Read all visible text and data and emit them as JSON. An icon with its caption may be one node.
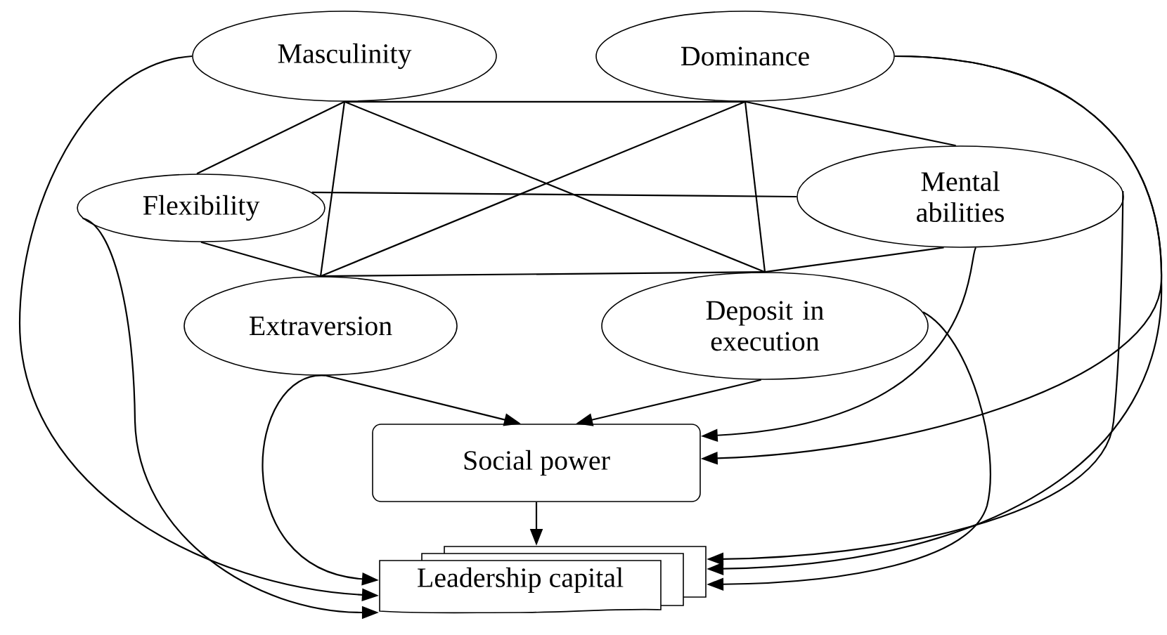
{
  "diagram": {
    "nodes": [
      {
        "text": [
          "Masculinity"
        ]
      },
      {
        "text": [
          "Dominance"
        ]
      },
      {
        "text": [
          "Flexibility"
        ]
      },
      {
        "text": [
          "Mental abilities"
        ]
      },
      {
        "text": [
          "Extraversion"
        ]
      },
      {
        "text": [
          "Deposit in execution"
        ]
      },
      {
        "text": [
          "Social power"
        ]
      },
      {
        "text": [
          "Leadership capital"
        ]
      }
    ],
    "edges": [
      {
        "from": 0,
        "to": 1,
        "arrow": "none"
      },
      {
        "from": 0,
        "to": 4,
        "arrow": "none"
      },
      {
        "from": 0,
        "to": 5,
        "arrow": "none"
      },
      {
        "from": 1,
        "to": 4,
        "arrow": "none"
      },
      {
        "from": 1,
        "to": 5,
        "arrow": "none"
      },
      {
        "from": 4,
        "to": 5,
        "arrow": "none"
      },
      {
        "from": 2,
        "to": 0,
        "arrow": "none"
      },
      {
        "from": 2,
        "to": 4,
        "arrow": "none"
      },
      {
        "from": 2,
        "to": 3,
        "arrow": "none"
      },
      {
        "from": 3,
        "to": 1,
        "arrow": "none"
      },
      {
        "from": 3,
        "to": 5,
        "arrow": "none"
      },
      {
        "from": 4,
        "to": 6,
        "arrow": "to"
      },
      {
        "from": 5,
        "to": 6,
        "arrow": "to"
      },
      {
        "from": 3,
        "to": 6,
        "arrow": "to"
      },
      {
        "from": 1,
        "to": 6,
        "arrow": "to"
      },
      {
        "from": 6,
        "to": 7,
        "arrow": "to"
      },
      {
        "from": 4,
        "to": 7,
        "arrow": "to"
      },
      {
        "from": 0,
        "to": 7,
        "arrow": "to"
      },
      {
        "from": 2,
        "to": 7,
        "arrow": "to"
      },
      {
        "from": 3,
        "to": 7,
        "arrow": "to"
      },
      {
        "from": 1,
        "to": 7,
        "arrow": "to"
      },
      {
        "from": 5,
        "to": 7,
        "arrow": "to"
      }
    ]
  }
}
